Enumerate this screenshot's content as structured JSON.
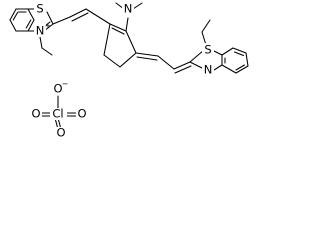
{
  "atoms": {
    "s_left": "S",
    "n_left": "N",
    "n_left_charge": "+",
    "n_amine": "N",
    "s_right": "S",
    "n_right": "N",
    "cl": "Cl",
    "o_minus": "O",
    "o_minus_charge": "−",
    "o_1": "O",
    "o_2": "O",
    "o_3": "O"
  }
}
